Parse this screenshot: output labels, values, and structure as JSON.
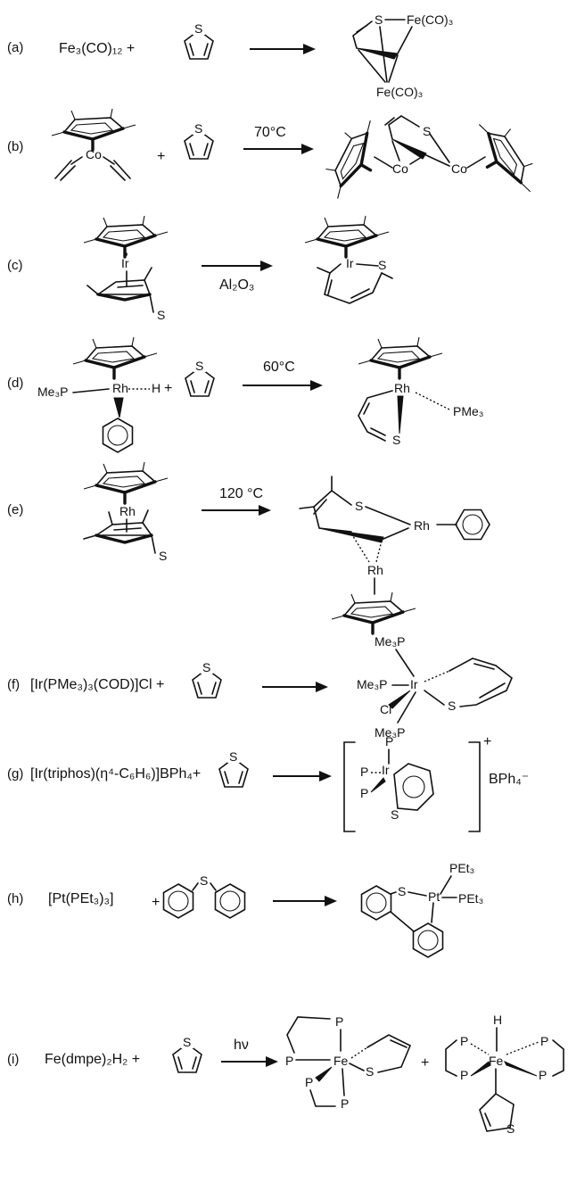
{
  "rows": [
    {
      "label": "(a)",
      "reactant1": "Fe₃(CO)₁₂ +",
      "reactant2_atom": "S",
      "condition": "",
      "product_atoms": [
        "S",
        "Fe(CO)₃",
        "Fe(CO)₃"
      ]
    },
    {
      "label": "(b)",
      "reactant1_atom": "Co",
      "plus": "+",
      "reactant2_atom": "S",
      "condition": "70°C",
      "product_atoms": [
        "S",
        "Co",
        "Co"
      ]
    },
    {
      "label": "(c)",
      "reactant1_atoms": [
        "Ir",
        "S"
      ],
      "condition": "Al₂O₃",
      "product_atoms": [
        "Ir",
        "S"
      ]
    },
    {
      "label": "(d)",
      "reactant1_atoms": [
        "Me₃P",
        "Rh",
        "H"
      ],
      "plus": "+",
      "reactant2_atom": "S",
      "condition": "60°C",
      "product_atoms": [
        "Rh",
        "PMe₃",
        "S"
      ]
    },
    {
      "label": "(e)",
      "reactant1_atoms": [
        "Rh",
        "S"
      ],
      "condition": "120 °C",
      "product_atoms": [
        "S",
        "Rh",
        "Rh"
      ]
    },
    {
      "label": "(f)",
      "reactant1": "[Ir(PMe₃)₃(COD)]Cl +",
      "reactant2_atom": "S",
      "condition": "",
      "product_atoms": [
        "Me₃P",
        "Me₃P",
        "Ir",
        "Cl",
        "S",
        "Me₃P"
      ]
    },
    {
      "label": "(g)",
      "reactant1": "[Ir(triphos)(η⁴-C₆H₆)]BPh₄+",
      "reactant2_atom": "S",
      "condition": "",
      "product_atoms": [
        "P",
        "P",
        "Ir",
        "P",
        "S"
      ],
      "product_charge": "+",
      "product_anion": "BPh₄⁻"
    },
    {
      "label": "(h)",
      "reactant1": "[Pt(PEt₃)₃]",
      "plus": "+",
      "reactant2_atom": "S",
      "condition": "",
      "product_atoms": [
        "S",
        "Pt",
        "PEt₃",
        "PEt₃"
      ]
    },
    {
      "label": "(i)",
      "reactant1": "Fe(dmpe)₂H₂ +",
      "reactant2_atom": "S",
      "condition": "hν",
      "product1_atoms": [
        "P",
        "P",
        "Fe",
        "S",
        "P",
        "P"
      ],
      "plus": "+",
      "product2_atoms": [
        "H",
        "P",
        "P",
        "Fe",
        "P",
        "P",
        "S"
      ]
    }
  ]
}
